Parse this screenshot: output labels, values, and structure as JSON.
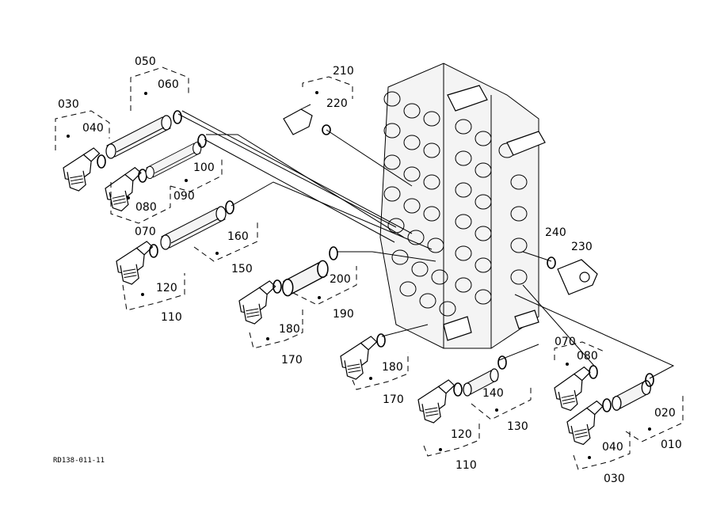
{
  "drawing_code": "RD138-011-11",
  "labels": {
    "l010": "010",
    "l020": "020",
    "l030a": "030",
    "l030b": "030",
    "l040a": "040",
    "l040b": "040",
    "l050": "050",
    "l060": "060",
    "l070a": "070",
    "l070b": "070",
    "l080a": "080",
    "l080b": "080",
    "l090": "090",
    "l100": "100",
    "l110a": "110",
    "l110b": "110",
    "l120a": "120",
    "l120b": "120",
    "l130": "130",
    "l140": "140",
    "l150": "150",
    "l160": "160",
    "l170a": "170",
    "l170b": "170",
    "l180a": "180",
    "l180b": "180",
    "l190": "190",
    "l200": "200",
    "l210": "210",
    "l220": "220",
    "l230": "230",
    "l240": "240"
  },
  "colors": {
    "ink": "#000000",
    "paper": "#ffffff"
  }
}
